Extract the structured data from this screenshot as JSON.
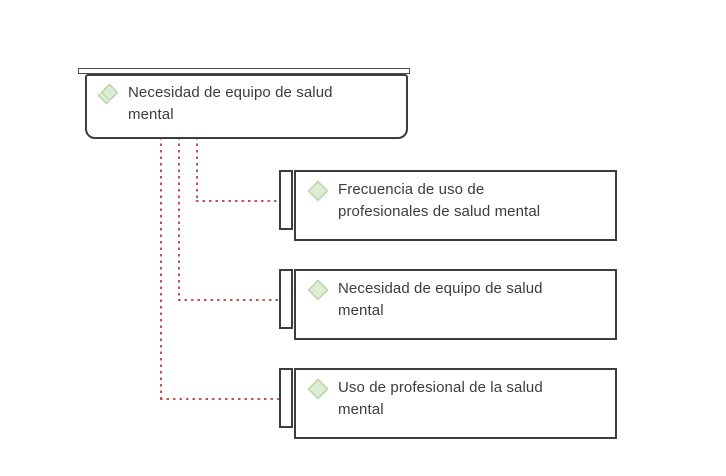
{
  "diagram": {
    "root": {
      "lines": [
        "Necesidad de equipo de salud",
        "mental"
      ],
      "icon": "aggregate-code-diamond-icon"
    },
    "children": [
      {
        "lines": [
          "Frecuencia de uso de",
          "profesionales de salud mental"
        ],
        "icon": "code-diamond-icon"
      },
      {
        "lines": [
          "Necesidad de equipo de salud",
          "mental"
        ],
        "icon": "code-diamond-icon"
      },
      {
        "lines": [
          "Uso de profesional de la salud",
          "mental"
        ],
        "icon": "code-diamond-icon"
      }
    ],
    "colors": {
      "background": "#ffffff",
      "node_fill": "#ffffff",
      "node_border": "#3d3d3d",
      "text": "#3c3c3c",
      "connector": "#c4524e",
      "icon_fill": "#dcedd3",
      "icon_border": "#b7d4a6"
    }
  }
}
